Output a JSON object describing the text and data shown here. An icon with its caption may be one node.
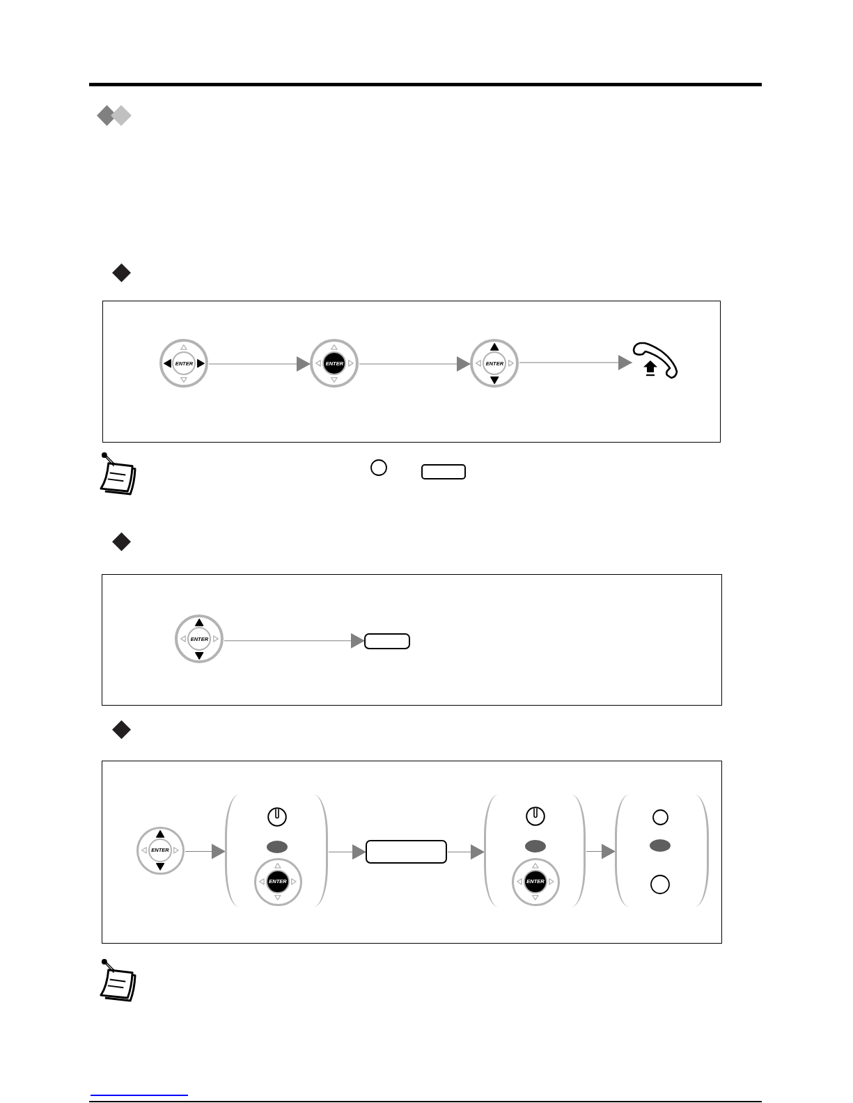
{
  "diagram": {
    "nodes": [
      {
        "text": [],
        "shape": "box"
      },
      {
        "text": [
          "ENTER"
        ],
        "in": 0
      },
      {
        "text": [
          "ENTER"
        ],
        "in": 0
      },
      {
        "text": [
          "ENTER"
        ],
        "in": 0
      },
      {
        "text": [],
        "shape": "picture",
        "in": 0
      },
      {
        "text": [],
        "shape": "box"
      },
      {
        "text": [
          "ENTER"
        ],
        "in": 5
      },
      {
        "text": [],
        "shape": "box",
        "in": 5
      },
      {
        "text": [],
        "shape": "box"
      },
      {
        "text": [
          "ENTER"
        ],
        "in": 8
      },
      {
        "text": [],
        "shape": "bracket",
        "in": 8
      },
      {
        "text": [],
        "shape": "circle",
        "in": 10
      },
      {
        "text": [],
        "shape": "oval",
        "in": 10
      },
      {
        "text": [
          "ENTER"
        ],
        "in": 10
      },
      {
        "text": [],
        "shape": "box",
        "in": 8
      },
      {
        "text": [],
        "shape": "bracket",
        "in": 8
      },
      {
        "text": [],
        "shape": "circle",
        "in": 15
      },
      {
        "text": [],
        "shape": "oval",
        "in": 15
      },
      {
        "text": [
          "ENTER"
        ],
        "in": 15
      },
      {
        "text": [],
        "shape": "bracket",
        "in": 8
      },
      {
        "text": [],
        "shape": "circle",
        "in": 19
      },
      {
        "text": [],
        "shape": "oval",
        "in": 19
      },
      {
        "text": [],
        "shape": "circle",
        "in": 19
      }
    ],
    "edges": [
      {
        "from": 1,
        "to": 2,
        "arrow": "to"
      },
      {
        "from": 2,
        "to": 3,
        "arrow": "to"
      },
      {
        "from": 3,
        "to": 4,
        "arrow": "to"
      },
      {
        "from": 6,
        "to": 7,
        "arrow": "to"
      },
      {
        "from": 9,
        "to": 10,
        "arrow": "to"
      },
      {
        "from": 10,
        "to": 14,
        "arrow": "to"
      },
      {
        "from": 14,
        "to": 15,
        "arrow": "to"
      },
      {
        "from": 15,
        "to": 19,
        "arrow": "to"
      }
    ]
  }
}
